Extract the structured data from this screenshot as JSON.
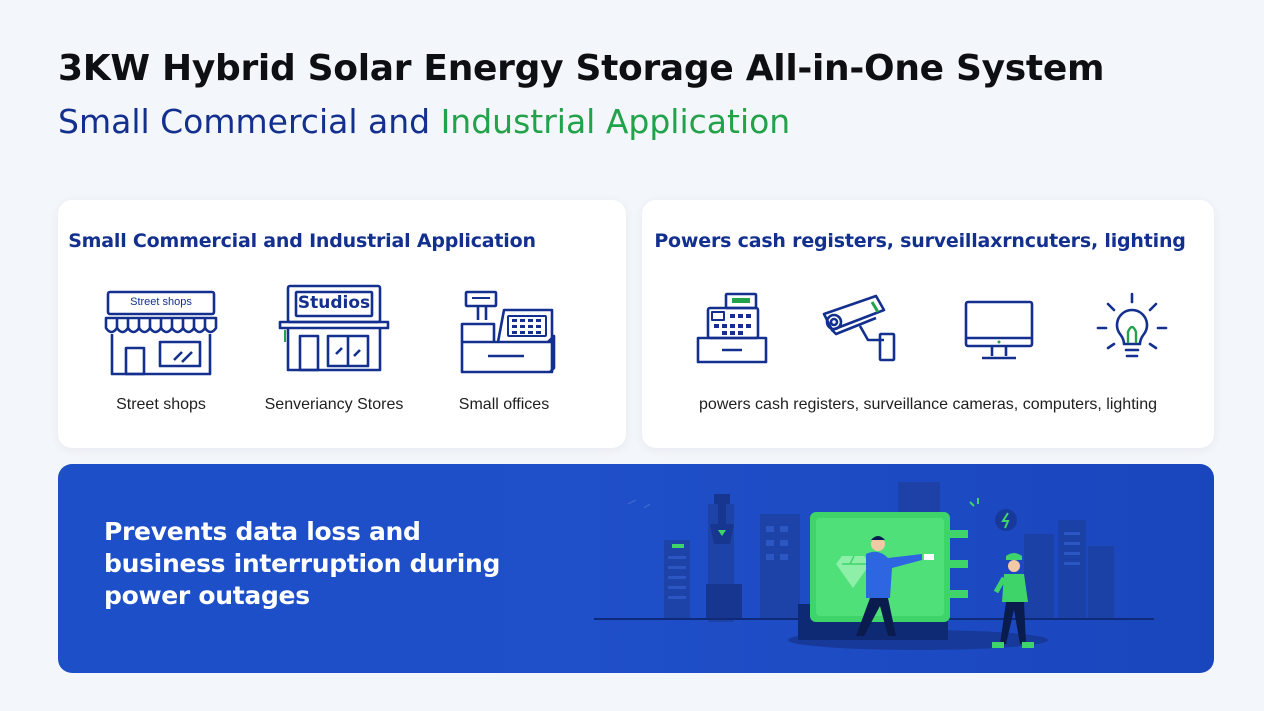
{
  "header": {
    "title": "3KW Hybrid Solar Energy Storage All-in-One System",
    "subtitle_part1": "Small Commercial and ",
    "subtitle_part2": "Industrial Application"
  },
  "left_card": {
    "heading": "Small Commercial and Industrial Application",
    "items": [
      {
        "label": "Street shops",
        "icon": "storefront-icon",
        "sign": "Street shops"
      },
      {
        "label": "Senveriancy Stores",
        "icon": "convenience-store-icon",
        "sign": "Studios"
      },
      {
        "label": "Small offices",
        "icon": "cash-register-icon"
      }
    ]
  },
  "right_card": {
    "heading": "Powers cash registers, surveillaxrncuters, lighting",
    "caption": "powers cash registers, surveillance cameras, computers, lighting",
    "icons": [
      "cash-register-icon",
      "surveillance-camera-icon",
      "computer-monitor-icon",
      "light-bulb-icon"
    ]
  },
  "banner": {
    "text": "Prevents data loss and business interruption during power outages"
  },
  "colors": {
    "navy": "#13308f",
    "green": "#22a24a",
    "banner_blue": "#1c4fc8",
    "accent_green": "#3fd46a"
  }
}
